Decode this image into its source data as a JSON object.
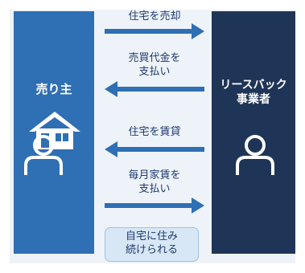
{
  "parties": {
    "seller": {
      "label": "売り主"
    },
    "operator": {
      "label_line1": "リースバック",
      "label_line2": "事業者"
    }
  },
  "flows": [
    {
      "line1": "住宅を売却",
      "line2": ""
    },
    {
      "line1": "売買代金を",
      "line2": "支払い"
    },
    {
      "line1": "住宅を賃貸",
      "line2": ""
    },
    {
      "line1": "毎月家賃を",
      "line2": "支払い"
    }
  ],
  "callout": {
    "line1": "自宅に住み",
    "line2": "続けられる"
  },
  "colors": {
    "seller_column": "#2f6fb3",
    "operator_column": "#1f3557",
    "arrow": "#2f6fb3",
    "text": "#1e3a6e",
    "callout_bg": "#d8e7f6"
  },
  "icons": [
    "house-icon",
    "person-icon"
  ]
}
